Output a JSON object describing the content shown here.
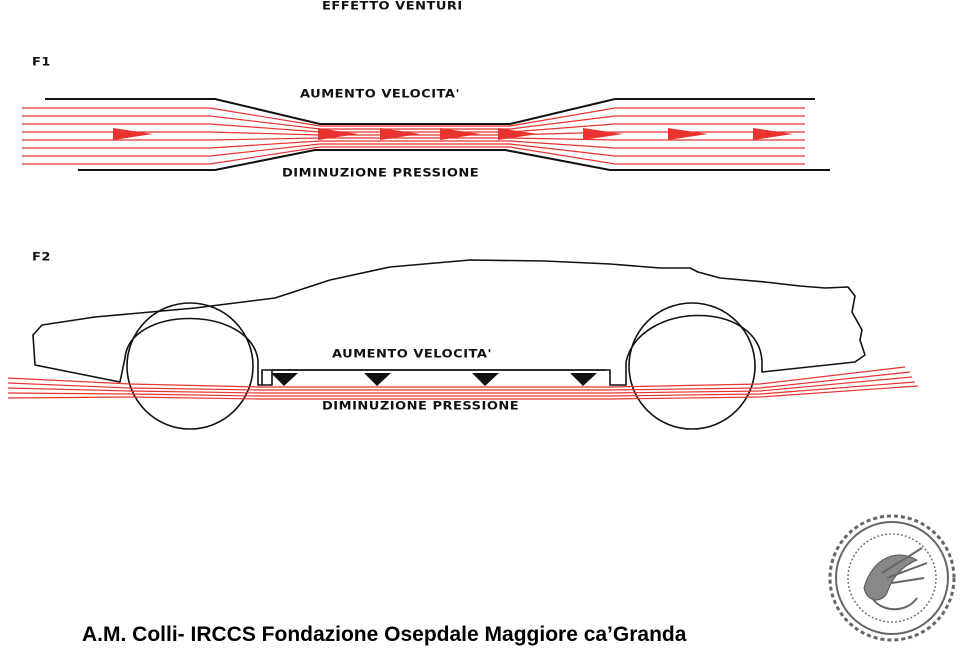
{
  "diagram": {
    "title": "EFFETTO VENTURI",
    "figure1": {
      "label": "F1",
      "upper_text": "AUMENTO VELOCITA'",
      "lower_text": "DIMINUZIONE PRESSIONE"
    },
    "figure2": {
      "label": "F2",
      "upper_text": "AUMENTO VELOCITA'",
      "lower_text": "DIMINUZIONE PRESSIONE"
    }
  },
  "footer": {
    "credit": "A.M. Colli- IRCCS Fondazione Osepdale Maggiore ca’Granda"
  },
  "colors": {
    "flow_lines": "#e8332f",
    "outline": "#111111",
    "seal": "#666666"
  },
  "icons": {
    "seal": "institutional-seal-icon"
  }
}
